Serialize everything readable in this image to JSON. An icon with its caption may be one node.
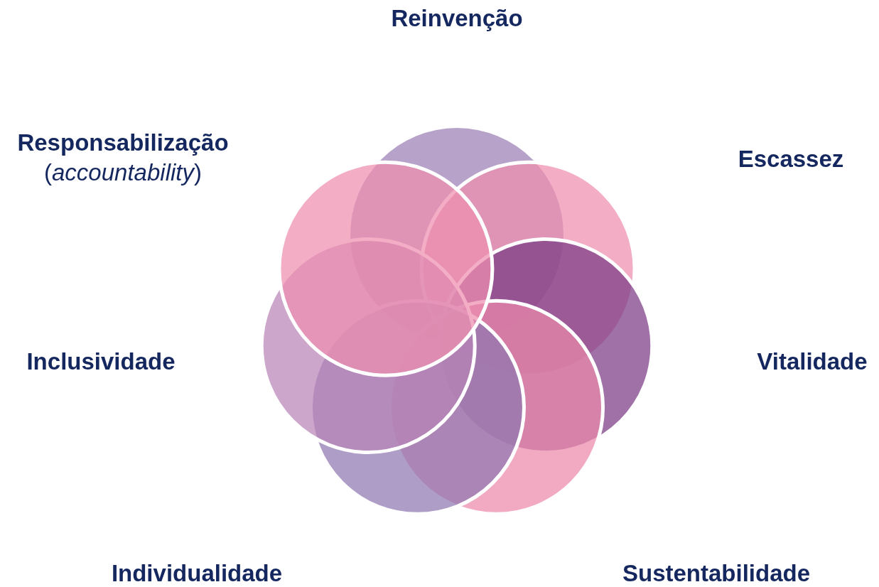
{
  "diagram": {
    "labels": [
      "Reinvenção",
      "**Responsabilização** (*accountability*)",
      "Escassez",
      "Inclusividade",
      "Vitalidade",
      "Individualidade",
      "Sustentabilidade"
    ]
  }
}
